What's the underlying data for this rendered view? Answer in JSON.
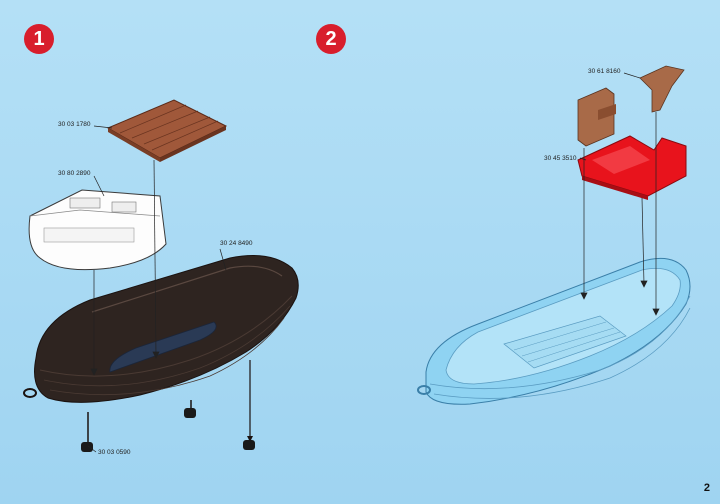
{
  "steps": [
    {
      "number": "1"
    },
    {
      "number": "2"
    }
  ],
  "parts_step1": {
    "deck": "30 03 1780",
    "white_seat": "30 80 2890",
    "hull": "30 24 8490",
    "wheels": "30 03 0590"
  },
  "parts_step2": {
    "brackets": "30 61 8160",
    "red_seat": "30 45 3510"
  },
  "colors": {
    "badge": "#d81e2c",
    "background": "#a8daf3",
    "brown_hull": "#2e2420",
    "wood_deck": "#a0583a",
    "red_seat": "#e8131c",
    "blue_boat": "#8fd3f2"
  },
  "page_number": "2"
}
